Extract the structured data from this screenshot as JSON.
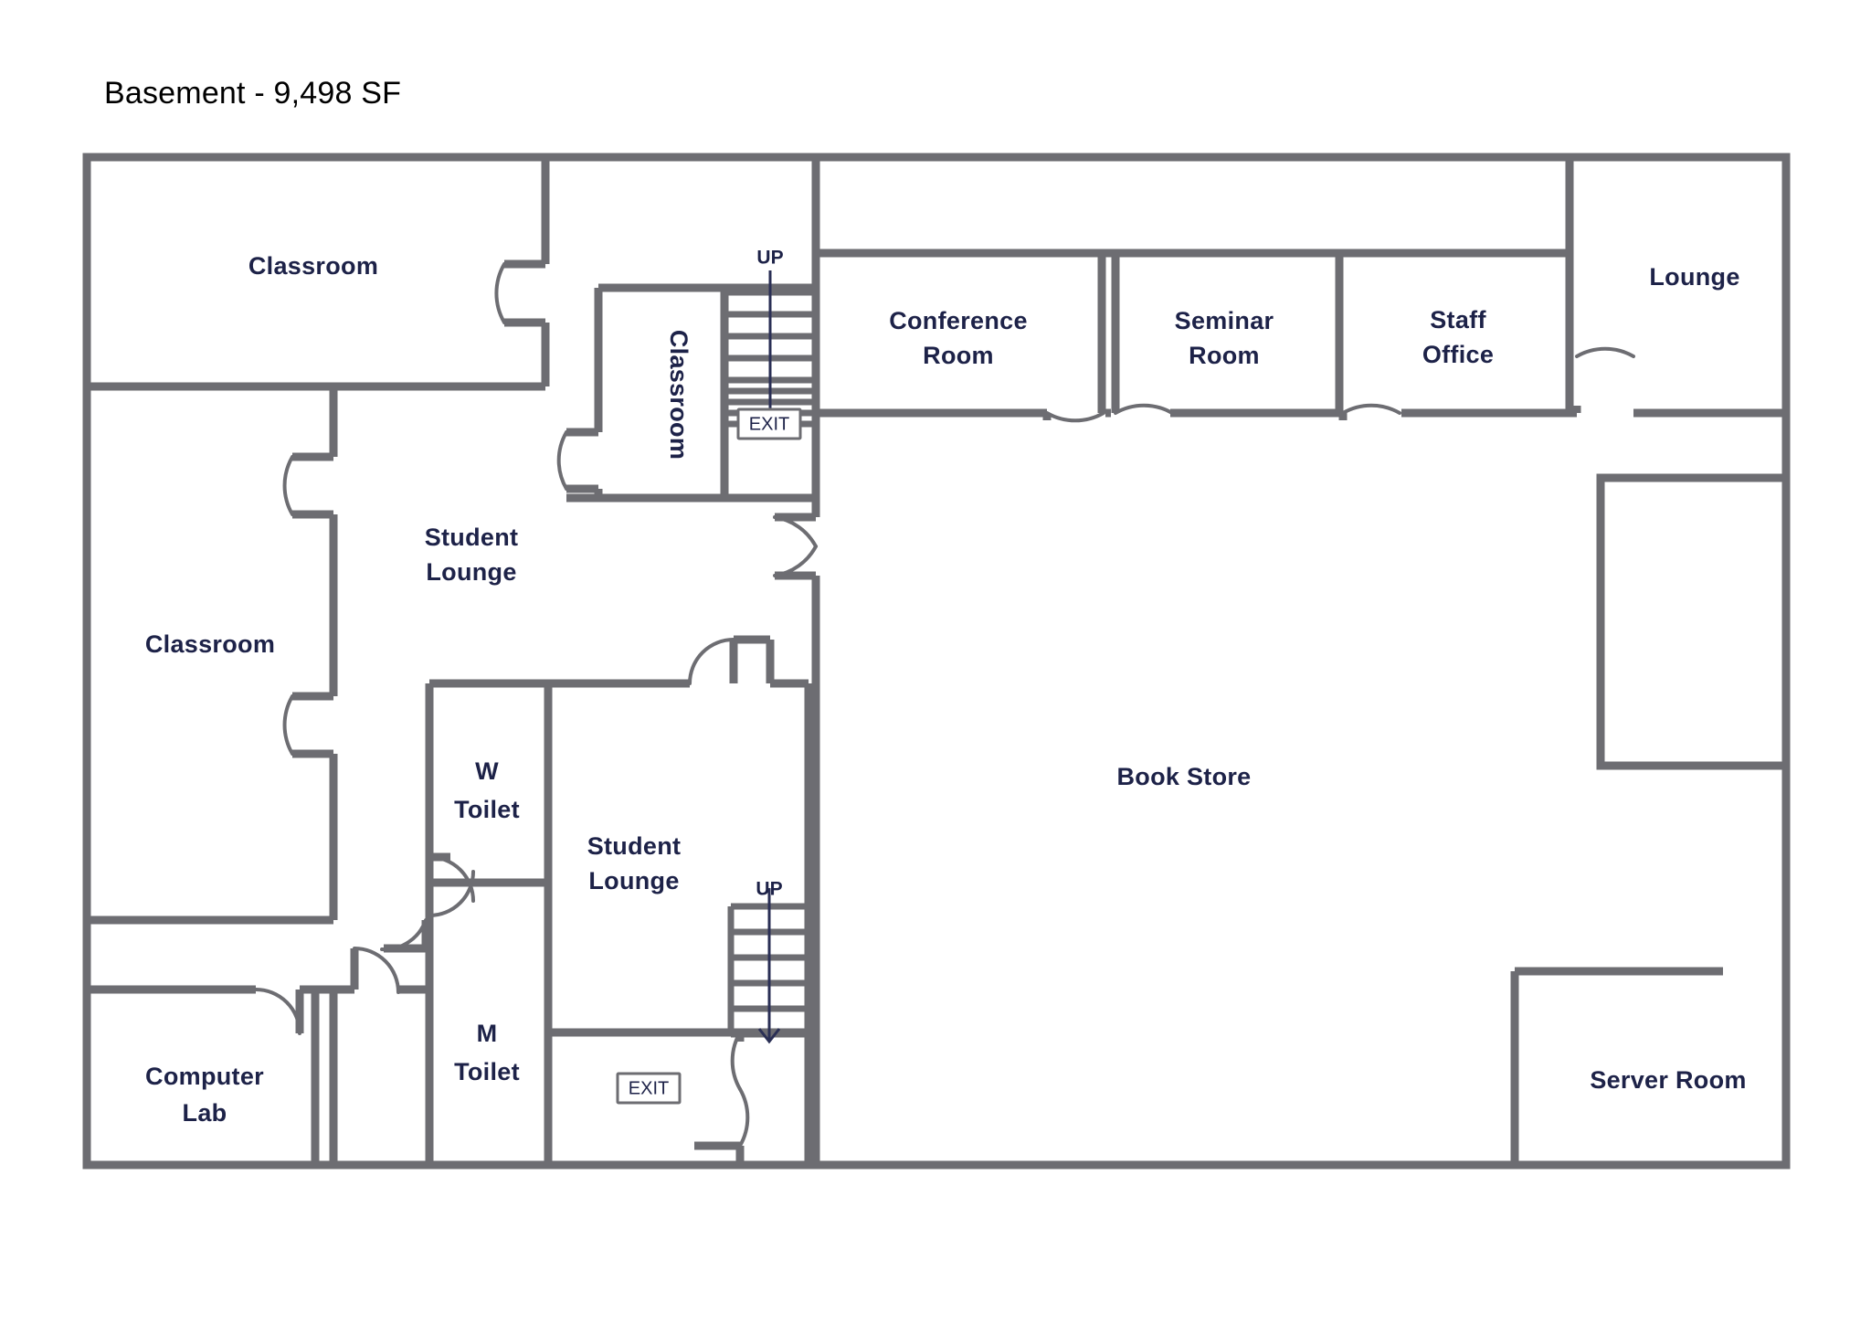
{
  "title": "Basement - 9,498 SF",
  "colors": {
    "wall": "#6d6d72",
    "label_text": "#1d2248",
    "title_text": "#000000",
    "background": "#ffffff"
  },
  "rooms": [
    {
      "id": "classroom-top-left",
      "name": "Classroom",
      "lines": [
        "Classroom"
      ],
      "orientation": "horizontal"
    },
    {
      "id": "classroom-left",
      "name": "Classroom",
      "lines": [
        "Classroom"
      ],
      "orientation": "horizontal"
    },
    {
      "id": "classroom-vertical",
      "name": "Classroom",
      "lines": [
        "Classroom"
      ],
      "orientation": "vertical"
    },
    {
      "id": "student-lounge-upper",
      "name": "Student Lounge",
      "lines": [
        "Student",
        "Lounge"
      ],
      "orientation": "horizontal"
    },
    {
      "id": "student-lounge-lower",
      "name": "Student Lounge",
      "lines": [
        "Student",
        "Lounge"
      ],
      "orientation": "horizontal"
    },
    {
      "id": "w-toilet",
      "name": "W Toilet",
      "lines": [
        "W",
        "Toilet"
      ],
      "orientation": "horizontal"
    },
    {
      "id": "m-toilet",
      "name": "M Toilet",
      "lines": [
        "M",
        "Toilet"
      ],
      "orientation": "horizontal"
    },
    {
      "id": "computer-lab",
      "name": "Computer Lab",
      "lines": [
        "Computer",
        "Lab"
      ],
      "orientation": "horizontal"
    },
    {
      "id": "conference-room",
      "name": "Conference Room",
      "lines": [
        "Conference",
        "Room"
      ],
      "orientation": "horizontal"
    },
    {
      "id": "seminar-room",
      "name": "Seminar Room",
      "lines": [
        "Seminar",
        "Room"
      ],
      "orientation": "horizontal"
    },
    {
      "id": "staff-office",
      "name": "Staff Office",
      "lines": [
        "Staff",
        "Office"
      ],
      "orientation": "horizontal"
    },
    {
      "id": "lounge",
      "name": "Lounge",
      "lines": [
        "Lounge"
      ],
      "orientation": "horizontal"
    },
    {
      "id": "book-store",
      "name": "Book Store",
      "lines": [
        "Book Store"
      ],
      "orientation": "horizontal"
    },
    {
      "id": "server-room",
      "name": "Server Room",
      "lines": [
        "Server Room"
      ],
      "orientation": "horizontal"
    }
  ],
  "labels": {
    "classroom_top_left": "Classroom",
    "classroom_left": "Classroom",
    "classroom_vertical": "Classroom",
    "student_lounge_upper_1": "Student",
    "student_lounge_upper_2": "Lounge",
    "student_lounge_lower_1": "Student",
    "student_lounge_lower_2": "Lounge",
    "w_toilet_1": "W",
    "w_toilet_2": "Toilet",
    "m_toilet_1": "M",
    "m_toilet_2": "Toilet",
    "computer_lab_1": "Computer",
    "computer_lab_2": "Lab",
    "conference_room_1": "Conference",
    "conference_room_2": "Room",
    "seminar_room_1": "Seminar",
    "seminar_room_2": "Room",
    "staff_office_1": "Staff",
    "staff_office_2": "Office",
    "lounge": "Lounge",
    "book_store": "Book Store",
    "server_room": "Server Room"
  },
  "stairs": [
    {
      "id": "stair-upper",
      "direction_label": "UP",
      "exit_label": "EXIT",
      "treads": 9
    },
    {
      "id": "stair-lower",
      "direction_label": "UP",
      "exit_label": "EXIT",
      "treads": 6
    }
  ],
  "markers": {
    "up_upper": "UP",
    "up_lower": "UP",
    "exit_upper": "EXIT",
    "exit_lower": "EXIT"
  }
}
